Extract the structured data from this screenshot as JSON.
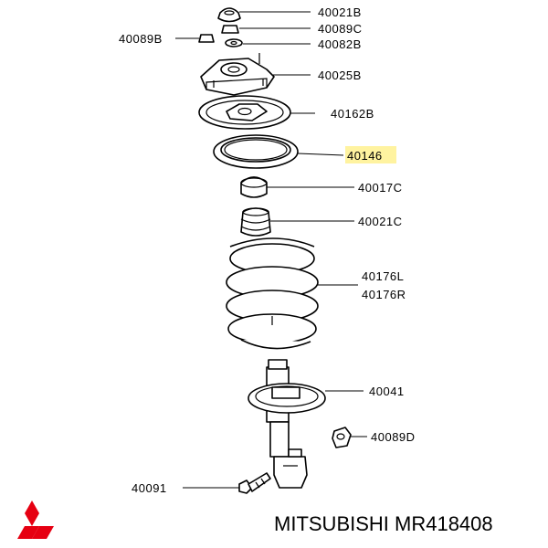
{
  "parts": {
    "p40021B": "40021B",
    "p40089C": "40089C",
    "p40089B": "40089B",
    "p40082B": "40082B",
    "p40025B": "40025B",
    "p40162B": "40162B",
    "p40146": "40146",
    "p40017C": "40017C",
    "p40021C": "40021C",
    "p40176L": "40176L",
    "p40176R": "40176R",
    "p40041": "40041",
    "p40089D": "40089D",
    "p40091": "40091"
  },
  "highlighted_part": "40146",
  "highlight_color": "#fff3a0",
  "brand": {
    "caption": "MITSUBISHI MR418408",
    "logo_color": "#e60012"
  }
}
